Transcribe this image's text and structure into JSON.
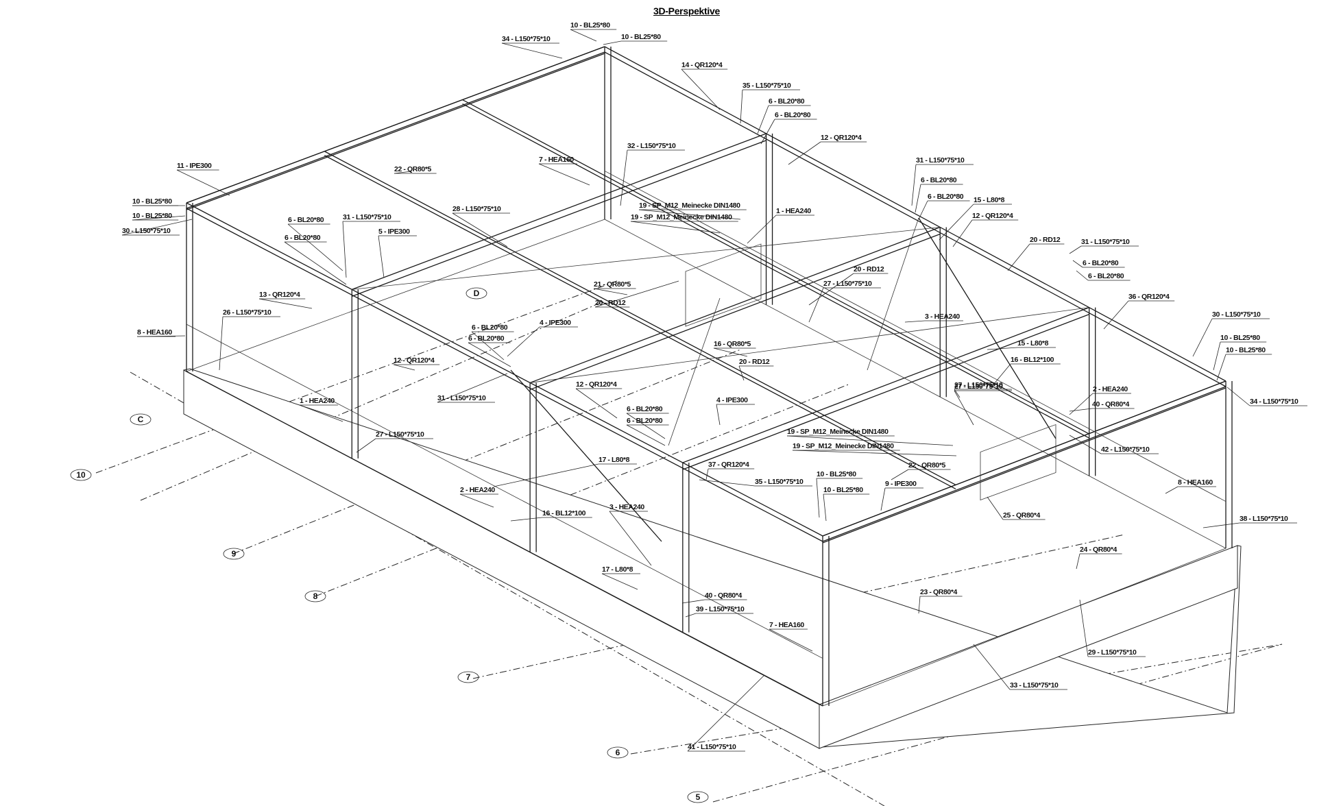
{
  "title": "3D-Perspektive",
  "axes": [
    "C",
    "D",
    "10",
    "9",
    "8",
    "7",
    "6",
    "5"
  ],
  "labels": [
    "10 - BL25*80",
    "34 - L150*75*10",
    "10 - BL25*80",
    "14 - QR120*4",
    "35 - L150*75*10",
    "6 - BL20*80",
    "6 - BL20*80",
    "12 - QR120*4",
    "11 - IPE300",
    "22 - QR80*5",
    "7 - HEA160",
    "32 - L150*75*10",
    "10 - BL25*80",
    "10 - BL25*80",
    "30 - L150*75*10",
    "6 - BL20*80",
    "31 - L150*75*10",
    "6 - BL20*80",
    "5 - IPE300",
    "28 - L150*75*10",
    "19 - SP_M12_Meinecke DIN1480",
    "19 - SP_M12_Meinecke DIN1480",
    "1 - HEA240",
    "31 - L150*75*10",
    "6 - BL20*80",
    "6 - BL20*80",
    "15 - L80*8",
    "12 - QR120*4",
    "20 - RD12",
    "31 - L150*75*10",
    "6 - BL20*80",
    "6 - BL20*80",
    "13 - QR120*4",
    "20 - RD12",
    "27 - L150*75*10",
    "21 - QR80*5",
    "36 - QR120*4",
    "26 - L150*75*10",
    "20 - RD12",
    "3 - HEA240",
    "30 - L150*75*10",
    "8 - HEA160",
    "6 - BL20*80",
    "4 - IPE300",
    "6 - BL20*80",
    "16 - QR80*5",
    "15 - L80*8",
    "10 - BL25*80",
    "10 - BL25*80",
    "12 - QR120*4",
    "20 - RD12",
    "16 - BL12*100",
    "31 - L150*75*10",
    "12 - QR120*4",
    "27 - L150*75*10",
    "2 - HEA240",
    "1 - HEA240",
    "4 - IPE300",
    "40 - QR80*4",
    "34 - L150*75*10",
    "6 - BL20*80",
    "6 - BL20*80",
    "27 - L150*75*10",
    "19 - SP_M12_Meinecke DIN1480",
    "19 - SP_M12_Meinecke DIN1480",
    "17 - L80*8",
    "37 - QR120*4",
    "22 - QR80*5",
    "42 - L150*75*10",
    "35 - L150*75*10",
    "10 - BL25*80",
    "10 - BL25*80",
    "9 - IPE300",
    "2 - HEA240",
    "8 - HEA160",
    "16 - BL12*100",
    "3 - HEA240",
    "25 - QR80*4",
    "27 - L150*75*10",
    "38 - L150*75*10",
    "24 - QR80*4",
    "17 - L80*8",
    "40 - QR80*4",
    "39 - L150*75*10",
    "23 - QR80*4",
    "7 - HEA160",
    "29 - L150*75*10",
    "33 - L150*75*10",
    "41 - L150*75*10"
  ]
}
